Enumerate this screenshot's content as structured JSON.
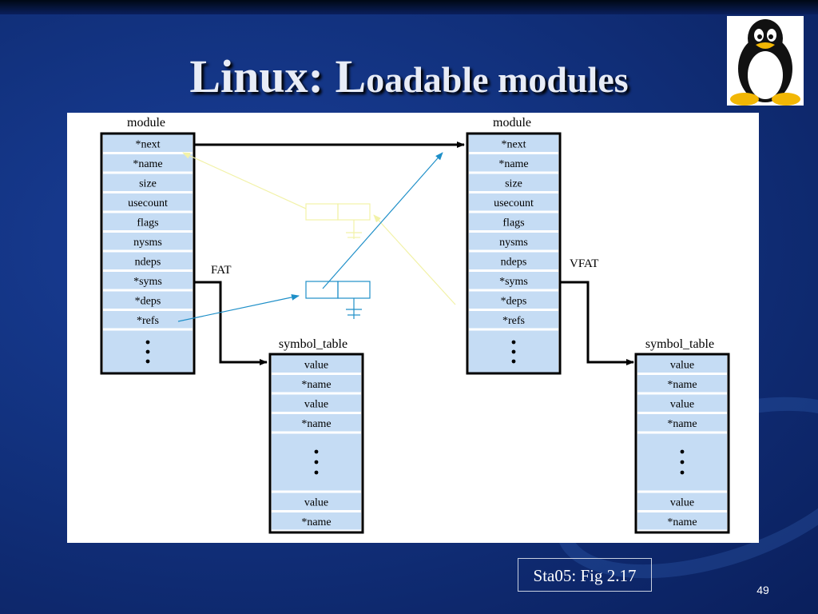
{
  "slide": {
    "title_main": "Linux: L",
    "title_rest": "oadable modules",
    "caption": "Sta05: Fig 2.17",
    "page_number": "49"
  },
  "diagram": {
    "module_header": "module",
    "module_fields": [
      "*next",
      "*name",
      "size",
      "usecount",
      "flags",
      "nysms",
      "ndeps",
      "*syms",
      "*deps",
      "*refs"
    ],
    "symbol_table_header": "symbol_table",
    "symbol_table_fields_top": [
      "value",
      "*name",
      "value",
      "*name"
    ],
    "symbol_table_fields_bottom": [
      "value",
      "*name"
    ],
    "left_module_label": "FAT",
    "right_module_label": "VFAT",
    "box_fill": "#c5dcf4",
    "link_color": "#1e8fc8",
    "faded_link_color": "#f2f2a8"
  }
}
